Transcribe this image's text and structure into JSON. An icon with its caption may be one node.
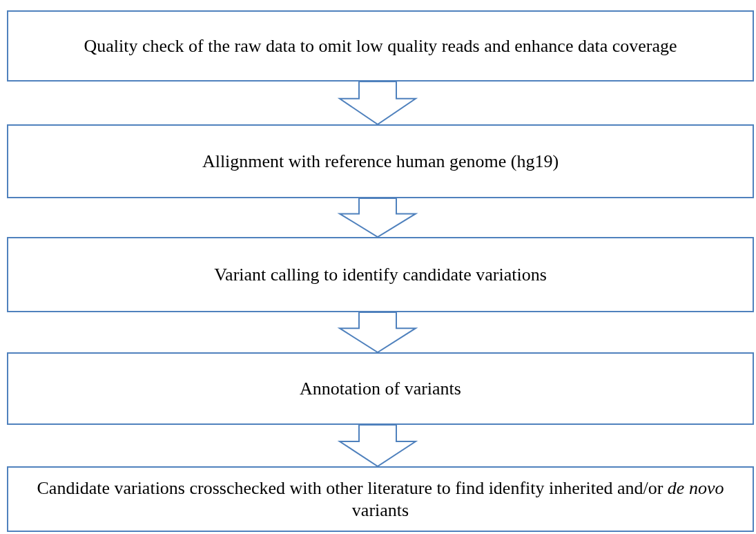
{
  "diagram": {
    "nodes": [
      {
        "text": [
          "Quality check of the raw data to omit low quality reads and enhance data coverage"
        ]
      },
      {
        "text": [
          "Allignment with reference human genome (hg19)"
        ]
      },
      {
        "text": [
          "Variant calling to identify candidate variations"
        ]
      },
      {
        "text": [
          "Annotation of variants"
        ]
      },
      {
        "text": [
          "Candidate variations crosschecked with other literature to find idenfity inherited and/or *de novo* variants"
        ]
      }
    ],
    "edges": [
      {
        "from": 0,
        "to": 1,
        "arrow": "to"
      },
      {
        "from": 1,
        "to": 2,
        "arrow": "to"
      },
      {
        "from": 2,
        "to": 3,
        "arrow": "to"
      },
      {
        "from": 3,
        "to": 4,
        "arrow": "to"
      }
    ]
  }
}
